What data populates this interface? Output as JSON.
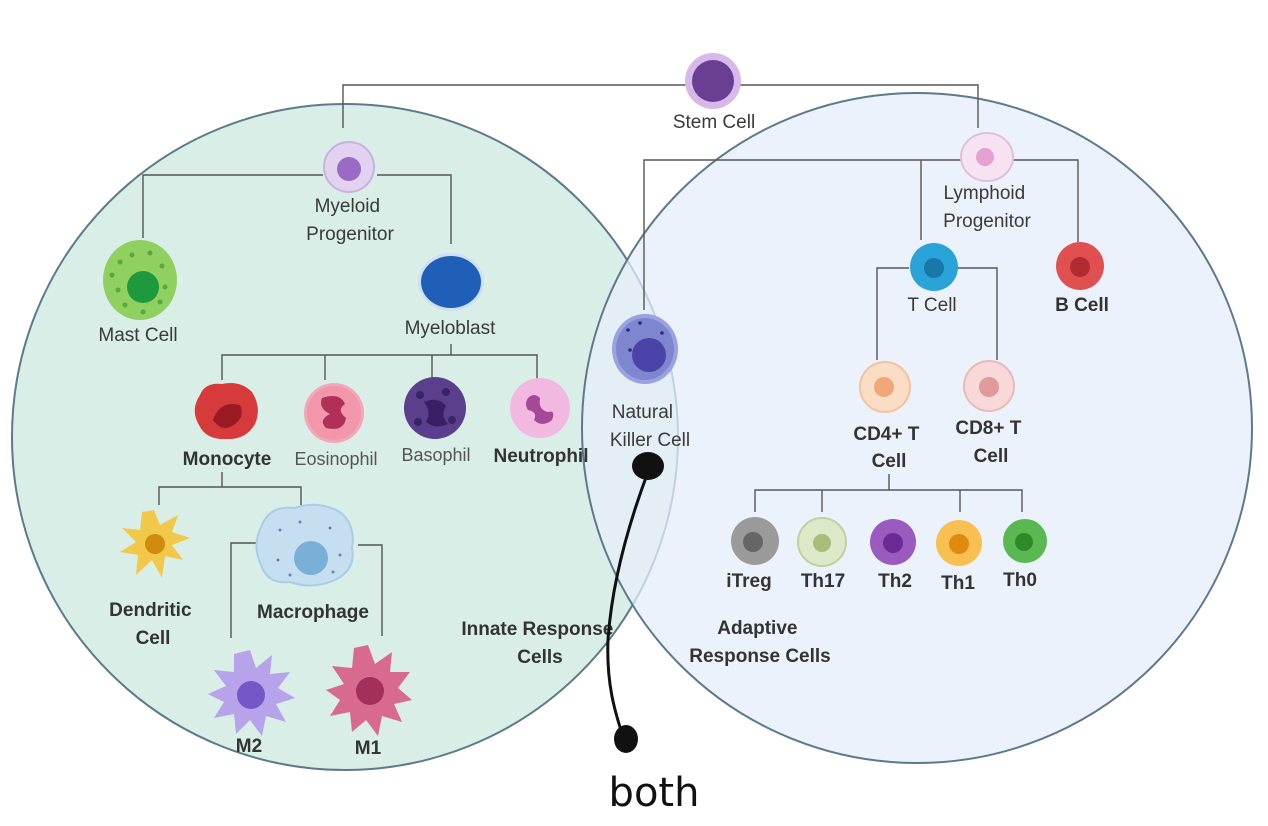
{
  "diagram": {
    "root": "Stem Cell",
    "regions": {
      "innate": "Innate Response Cells",
      "adaptive": "Adaptive Response Cells"
    },
    "cells": {
      "stem": "Stem Cell",
      "myeloid_progenitor": [
        "Myeloid",
        "Progenitor"
      ],
      "lymphoid_progenitor": [
        "Lymphoid",
        "Progenitor"
      ],
      "mast": "Mast Cell",
      "myeloblast": "Myeloblast",
      "monocyte": "Monocyte",
      "eosinophil": "Eosinophil",
      "basophil": "Basophil",
      "neutrophil": "Neutrophil",
      "dendritic": [
        "Dendritic",
        "Cell"
      ],
      "macrophage": "Macrophage",
      "m2": "M2",
      "m1": "M1",
      "nk": [
        "Natural",
        "Killer Cell"
      ],
      "t_cell": "T Cell",
      "b_cell": "B Cell",
      "cd4": [
        "CD4+ T",
        "Cell"
      ],
      "cd8": [
        "CD8+ T",
        "Cell"
      ],
      "itreg": "iTreg",
      "th17": "Th17",
      "th2": "Th2",
      "th1": "Th1",
      "th0": "Th0"
    },
    "annotation": "both",
    "colors": {
      "innate_fill": "#d9eee7",
      "adaptive_fill": "#e6edf9",
      "circle_stroke": "#5d7a8c",
      "stem": "#6a3f93",
      "myeloid": "#b79bd6",
      "mast": "#59b245",
      "myeloblast": "#1f5fb8",
      "monocyte": "#d63a3a",
      "eosinophil": "#f08aa2",
      "basophil": "#5b3f8c",
      "neutrophil": "#e79ad2",
      "dendritic": "#f2c84a",
      "macrophage": "#a8cde8",
      "m2": "#a78fe0",
      "m1": "#d45a80",
      "nk": "#6b72c4",
      "lymphoid": "#efc8e4",
      "t_cell": "#2aa3d8",
      "b_cell": "#e05050",
      "cd4": "#f8c8a4",
      "cd8": "#f0b0b0",
      "itreg": "#888888",
      "th17": "#c8d8a8",
      "th2": "#9a5ac0",
      "th1": "#f5b040",
      "th0": "#5ab850"
    }
  }
}
